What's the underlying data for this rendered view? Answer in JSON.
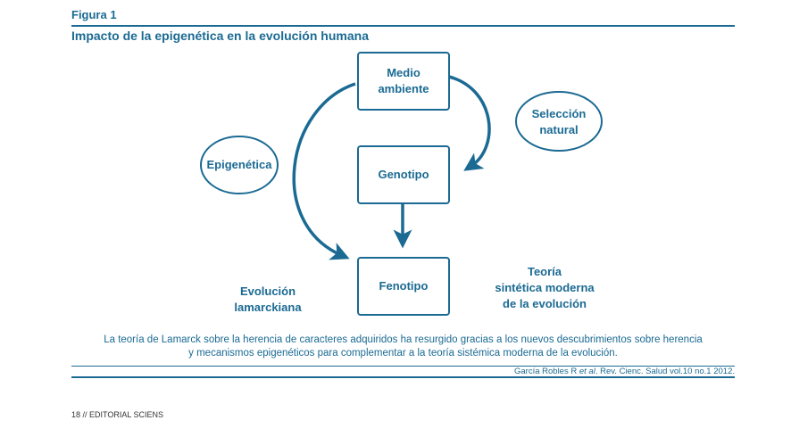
{
  "figure": {
    "label": "Figura 1",
    "title": "Impacto de la epigenética en la evolución humana"
  },
  "nodes": {
    "medio_1": "Medio",
    "medio_2": "ambiente",
    "genotipo": "Genotipo",
    "fenotipo": "Fenotipo"
  },
  "ellipses": {
    "epigenetica": "Epigenética",
    "seleccion_1": "Selección",
    "seleccion_2": "natural"
  },
  "labels": {
    "lamarck_1": "Evolución",
    "lamarck_2": "lamarckiana",
    "teoria_1": "Teoría",
    "teoria_2": "sintética moderna",
    "teoria_3": "de la evolución"
  },
  "caption": {
    "line1": "La teoría de Lamarck sobre la herencia de caracteres adquiridos ha resurgido gracias a los nuevos descubrimientos sobre herencia",
    "line2": "y mecanismos epigenéticos para complementar a la teoría sistémica moderna de la evolución."
  },
  "citation": {
    "authors": "García Robles R ",
    "etal": "et al",
    "rest": ". Rev. Cienc. Salud vol.10 no.1 2012."
  },
  "footer": "18 // EDITORIAL SCIENS",
  "colors": {
    "accent": "#1b6a93"
  }
}
